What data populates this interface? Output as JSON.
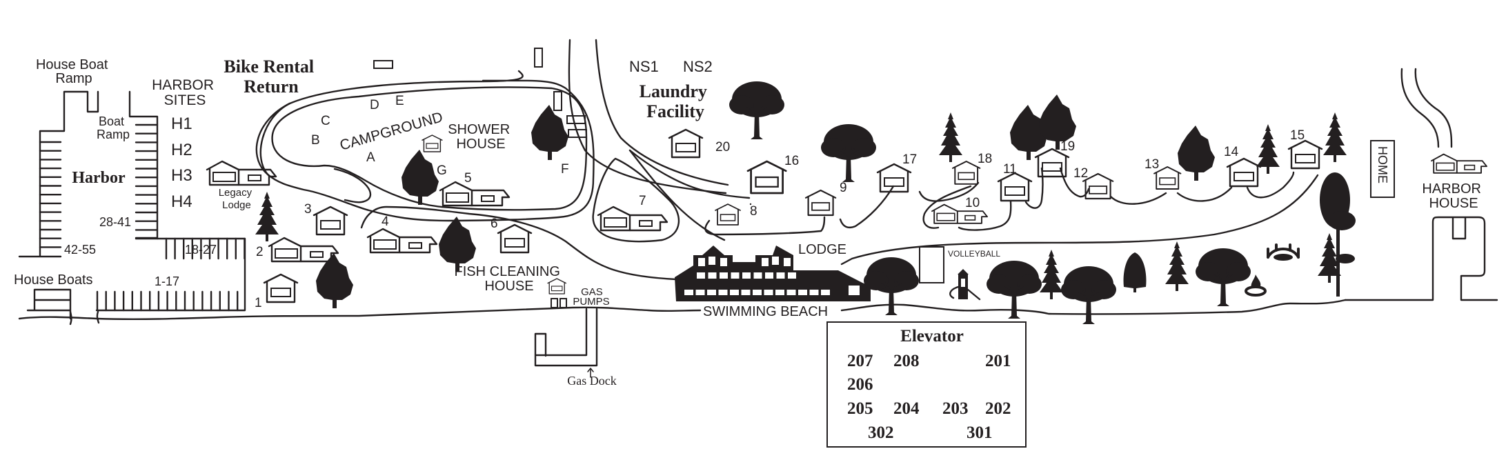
{
  "map": {
    "title_labels": {
      "house_boat_ramp": [
        "House Boat",
        "Ramp"
      ],
      "harbor_sites": [
        "HARBOR",
        "SITES"
      ],
      "bike_rental": [
        "Bike Rental",
        "Return"
      ],
      "boat_ramp": [
        "Boat",
        "Ramp"
      ],
      "harbor": "Harbor",
      "legacy_lodge": [
        "Legacy",
        "Lodge"
      ],
      "house_boats": "House Boats",
      "campground": "CAMPGROUND",
      "shower_house": [
        "SHOWER",
        "HOUSE"
      ],
      "fish_cleaning_house": [
        "FISH CLEANING",
        "HOUSE"
      ],
      "gas_pumps": [
        "GAS",
        "PUMPS"
      ],
      "gas_dock": "Gas Dock",
      "laundry": [
        "Laundry",
        "Facility"
      ],
      "lodge": "LODGE",
      "swimming_beach": "SWIMMING BEACH",
      "volleyball": "VOLLEYBALL",
      "home": "HOME",
      "harbor_house": [
        "HARBOR",
        "HOUSE"
      ]
    },
    "harbor_sites": [
      "H1",
      "H2",
      "H3",
      "H4"
    ],
    "slip_ranges": [
      "28-41",
      "42-55",
      "18-27",
      "1-17"
    ],
    "campsites": [
      "A",
      "B",
      "C",
      "D",
      "E",
      "F",
      "G"
    ],
    "north_sites": [
      "NS1",
      "NS2"
    ],
    "cabins": [
      "1",
      "2",
      "3",
      "4",
      "5",
      "6",
      "7",
      "8",
      "9",
      "10",
      "11",
      "12",
      "13",
      "14",
      "15",
      "16",
      "17",
      "18",
      "19",
      "20"
    ],
    "elevator_box": {
      "title": "Elevator",
      "rows": [
        [
          "207",
          "208",
          "",
          "201"
        ],
        [
          "206",
          "",
          "",
          ""
        ],
        [
          "205",
          "204",
          "203",
          "202"
        ],
        [
          "302",
          "301"
        ]
      ]
    },
    "icons": [
      "pine-tree-icon",
      "deciduous-tree-icon",
      "broadleaf-tree-icon",
      "playground-icon",
      "footbridge-icon",
      "fire-pit-icon",
      "lodge-building-icon",
      "cabin-icon",
      "duplex-cabin-icon"
    ]
  }
}
